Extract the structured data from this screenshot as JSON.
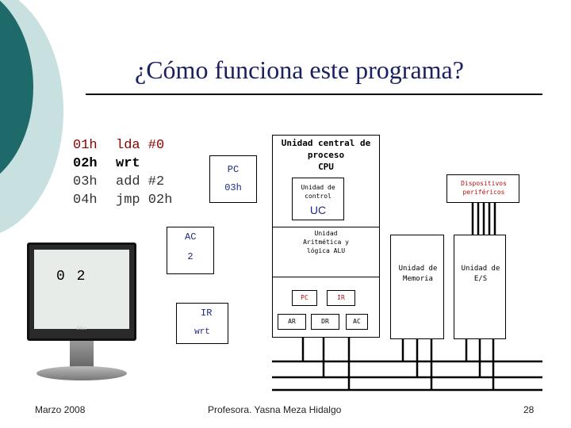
{
  "slide": {
    "title": "¿Cómo funciona este programa?",
    "footer_left": "Marzo 2008",
    "footer_center": "Profesora. Yasna Meza Hidalgo",
    "page_number": "28"
  },
  "program": {
    "addresses": [
      "01h",
      "02h",
      "03h",
      "04h"
    ],
    "instructions": [
      "lda #0",
      "wrt",
      "add #2",
      "jmp 02h"
    ],
    "highlight_color": "#8b0000"
  },
  "registers": {
    "pc_label": "PC",
    "pc_value": "03h",
    "ac_label": "AC",
    "ac_value": "2",
    "ir_label": "IR",
    "ir_value": "wrt"
  },
  "monitor": {
    "screen_text": "0 2",
    "brand": "DELL"
  },
  "cpu": {
    "title": "Unidad central de proceso",
    "subtitle": "CPU",
    "uc_label": "Unidad de control",
    "uc_short": "UC",
    "alu_label": "Unidad Aritmética y lógica ALU",
    "pc": "PC",
    "ir": "IR",
    "ar": "AR",
    "dr": "DR",
    "ac": "AC"
  },
  "devices": {
    "perifericos": "Dispositivos periféricos",
    "memoria": "Unidad de Memoria",
    "es": "Unidad de E/S"
  },
  "colors": {
    "teal_dark": "#1e6a6a",
    "teal_light": "#c9e0e0",
    "red_text": "#b01010",
    "blue_text": "#1a2a80"
  }
}
